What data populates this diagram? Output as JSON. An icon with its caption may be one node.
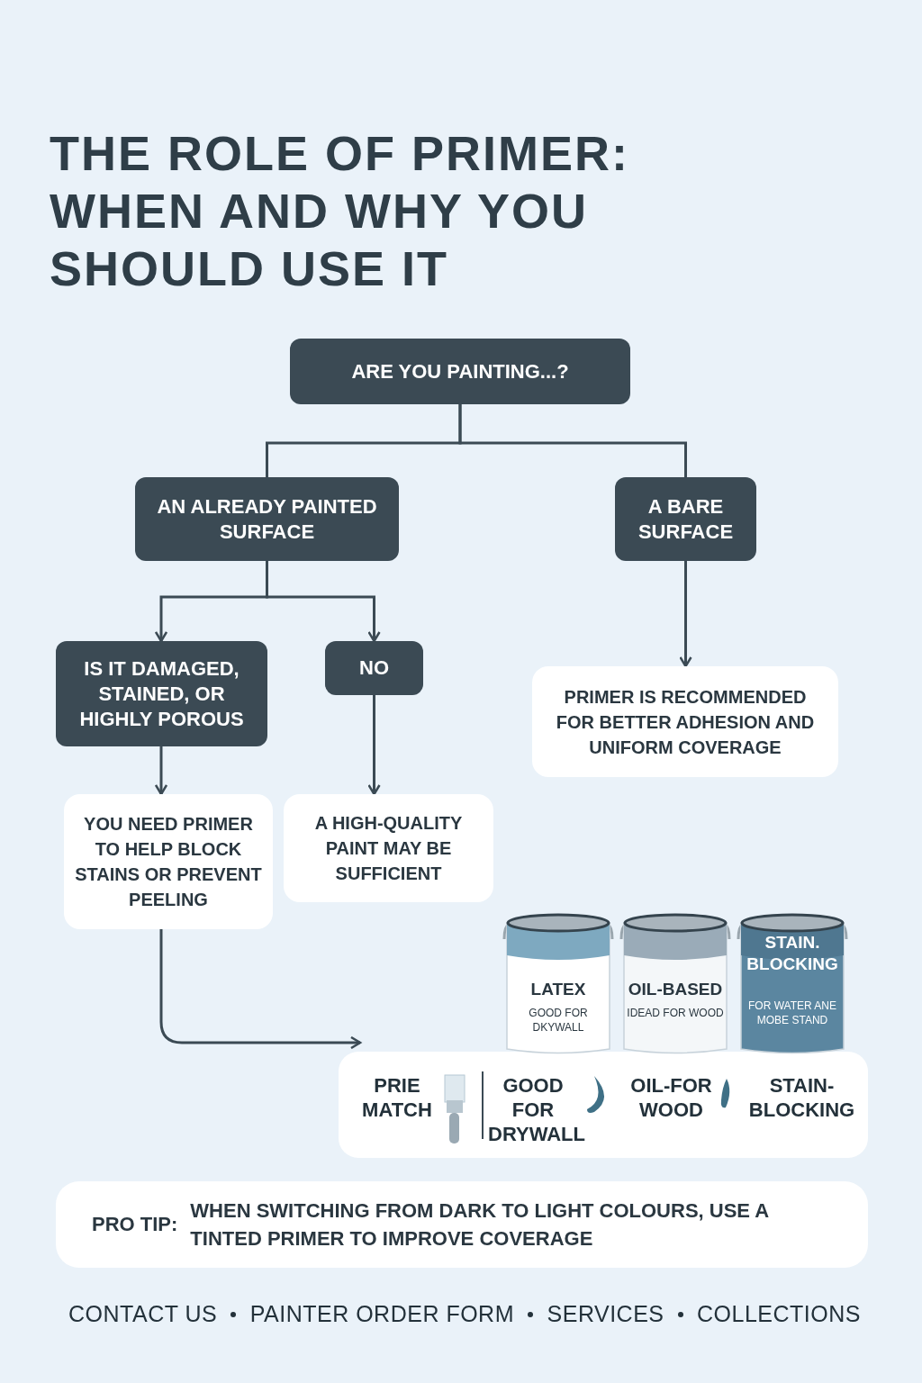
{
  "diagram": {
    "title": "THE ROLE OF PRIMER: WHEN AND WHY YOU SHOULD USE IT",
    "nodes": [
      {
        "text": [
          "ARE YOU PAINTING...?"
        ]
      },
      {
        "text": [
          "AN ALREADY PAINTED SURFACE"
        ]
      },
      {
        "text": [
          "A BARE SURFACE"
        ]
      },
      {
        "text": [
          "IS IT DAMAGED, STAINED, OR HIGHLY POROUS"
        ]
      },
      {
        "text": [
          "NO"
        ]
      },
      {
        "text": [
          "PRIMER IS RECOMMENDED FOR BETTER ADHESION AND UNIFORM COVERAGE"
        ]
      },
      {
        "text": [
          "YOU NEED PRIMER TO HELP BLOCK STAINS OR PREVENT PEELING"
        ]
      },
      {
        "text": [
          "A HIGH-QUALITY PAINT MAY BE SUFFICIENT"
        ]
      },
      {
        "text": [
          "PRIE MATCH",
          "GOOD FOR DRYWALL",
          "OIL-FOR WOOD",
          "STAIN- BLOCKING"
        ]
      },
      {
        "text": [
          "LATEX",
          "GOOD FOR DKYWALL"
        ]
      },
      {
        "text": [
          "OIL-BASED",
          "IDEAD FOR WOOD"
        ]
      },
      {
        "text": [
          "STAIN. BLOCKING",
          "FOR WATER ANE MOBE STAND"
        ]
      },
      {
        "text": [
          "PRO TIP:",
          "WHEN SWITCHING FROM DARK TO LIGHT COLOURS, USE A TINTED PRIMER TO IMPROVE COVERAGE"
        ]
      }
    ],
    "edges": [
      {
        "from": 0,
        "to": 1,
        "arrow": "none"
      },
      {
        "from": 0,
        "to": 2,
        "arrow": "none"
      },
      {
        "from": 1,
        "to": 3,
        "arrow": "to"
      },
      {
        "from": 1,
        "to": 4,
        "arrow": "to"
      },
      {
        "from": 2,
        "to": 5,
        "arrow": "to"
      },
      {
        "from": 3,
        "to": 6,
        "arrow": "to"
      },
      {
        "from": 4,
        "to": 7,
        "arrow": "to"
      },
      {
        "from": 6,
        "to": 8,
        "arrow": "to"
      }
    ],
    "labels": [
      "CONTACT US",
      "PAINTER ORDER FORM",
      "SERVICES",
      "COLLECTIONS"
    ]
  }
}
